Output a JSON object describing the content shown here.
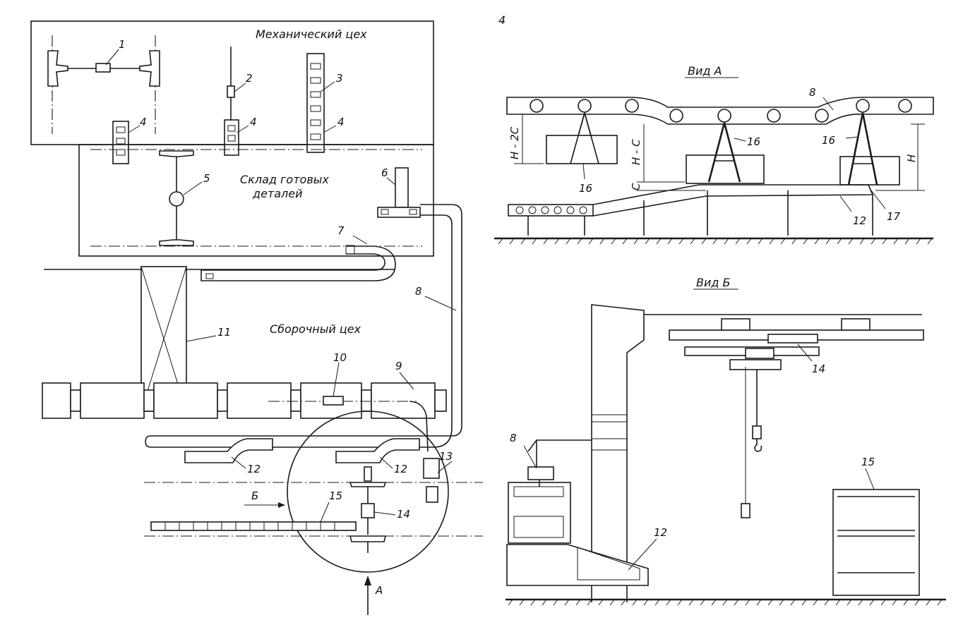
{
  "figure": {
    "number": "4",
    "plan": {
      "mech_shop": "Механический цех",
      "warehouse_line1": "Склад готовых",
      "warehouse_line2": "деталей",
      "assembly_shop": "Сборочный цех",
      "arrow_b": "Б",
      "arrow_a": "А"
    },
    "view_a": {
      "title": "Вид А",
      "dim_h2c": "H - 2C",
      "dim_hc": "H - C",
      "dim_c": "C",
      "dim_h": "H"
    },
    "view_b": {
      "title": "Вид Б"
    },
    "callouts": [
      "1",
      "2",
      "3",
      "4",
      "5",
      "6",
      "7",
      "8",
      "9",
      "10",
      "11",
      "12",
      "13",
      "14",
      "15",
      "16",
      "17"
    ]
  }
}
